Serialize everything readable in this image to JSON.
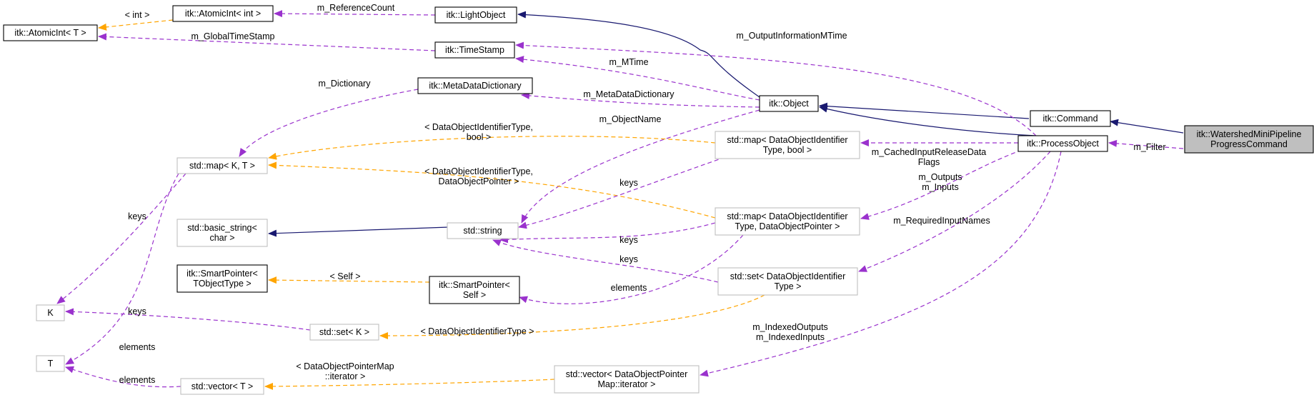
{
  "colors": {
    "inheritance": "#191970",
    "usage": "#9a32cd",
    "template": "#ffa500",
    "highlight_fill": "#bfbfbf"
  },
  "nodes": {
    "watershed": [
      "itk::WatershedMiniPipeline",
      "ProgressCommand"
    ],
    "command": [
      "itk::Command"
    ],
    "object": [
      "itk::Object"
    ],
    "process_object": [
      "itk::ProcessObject"
    ],
    "light_object": [
      "itk::LightObject"
    ],
    "time_stamp": [
      "itk::TimeStamp"
    ],
    "meta_data_dictionary": [
      "itk::MetaDataDictionary"
    ],
    "atomic_int_int": [
      "itk::AtomicInt< int >"
    ],
    "atomic_int_t": [
      "itk::AtomicInt< T >"
    ],
    "map_k_t": [
      "std::map< K, T >"
    ],
    "basic_string": [
      "std::basic_string<",
      "char >"
    ],
    "string": [
      "std::string"
    ],
    "map_bool": [
      "std::map< DataObjectIdentifier",
      "Type, bool >"
    ],
    "map_pointer": [
      "std::map< DataObjectIdentifier",
      "Type, DataObjectPointer >"
    ],
    "set_identifier": [
      "std::set< DataObjectIdentifier",
      "Type >"
    ],
    "smart_pointer_tobj": [
      "itk::SmartPointer<",
      "TObjectType >"
    ],
    "smart_pointer_self": [
      "itk::SmartPointer<",
      "Self >"
    ],
    "k": [
      "K"
    ],
    "t": [
      "T"
    ],
    "set_k": [
      "std::set< K >"
    ],
    "vector_t": [
      "std::vector< T >"
    ],
    "vector_iter": [
      "std::vector< DataObjectPointer",
      "Map::iterator >"
    ]
  },
  "edge_labels": {
    "m_filter": [
      "m_Filter"
    ],
    "m_output_information_mtime": [
      "m_OutputInformationMTime"
    ],
    "m_reference_count": [
      "m_ReferenceCount"
    ],
    "int_arg": [
      "< int >"
    ],
    "m_global_time_stamp": [
      "m_GlobalTimeStamp"
    ],
    "m_mtime": [
      "m_MTime"
    ],
    "m_meta_data_dictionary": [
      "m_MetaDataDictionary"
    ],
    "m_dictionary": [
      "m_Dictionary"
    ],
    "m_object_name": [
      "m_ObjectName"
    ],
    "map_bool_arg": [
      "< DataObjectIdentifierType,",
      "bool >"
    ],
    "map_pointer_arg": [
      "< DataObjectIdentifierType,",
      "DataObjectPointer >"
    ],
    "m_cached_flags": [
      "m_CachedInputReleaseData",
      "Flags"
    ],
    "m_outputs_inputs": [
      "m_Outputs",
      "m_Inputs"
    ],
    "m_required_input_names": [
      "m_RequiredInputNames"
    ],
    "keys_map_bool": [
      "keys"
    ],
    "keys_map_pointer": [
      "keys"
    ],
    "keys_set": [
      "keys"
    ],
    "keys_map_k": [
      "keys"
    ],
    "keys_set_k": [
      "keys"
    ],
    "self_arg": [
      "< Self >"
    ],
    "elements_smart": [
      "elements"
    ],
    "elements_map_t": [
      "elements"
    ],
    "elements_vector": [
      "elements"
    ],
    "set_identifier_arg": [
      "< DataObjectIdentifierType >"
    ],
    "m_indexed": [
      "m_IndexedOutputs",
      "m_IndexedInputs"
    ],
    "vector_iter_arg": [
      "< DataObjectPointerMap",
      "::iterator >"
    ]
  }
}
